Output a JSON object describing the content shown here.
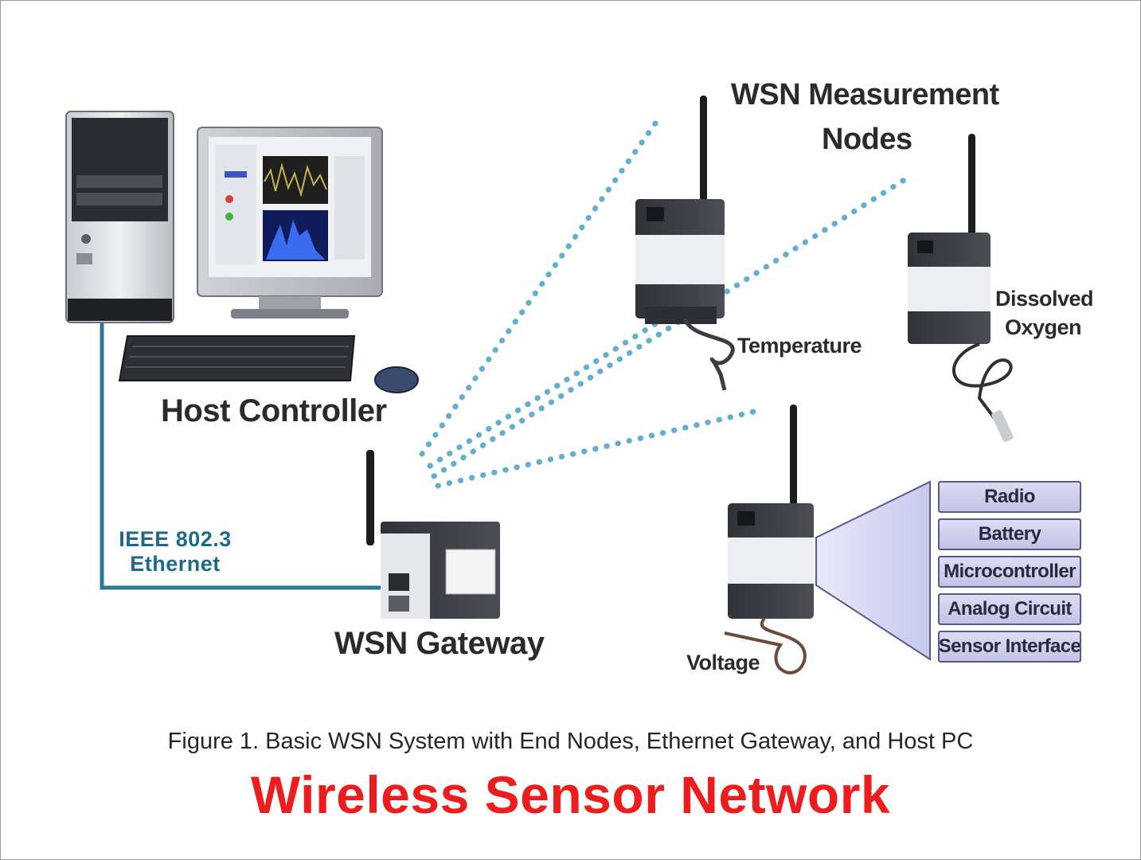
{
  "labels": {
    "measurement_nodes": [
      "WSN Measurement",
      "Nodes"
    ],
    "host_controller": "Host Controller",
    "gateway": "WSN Gateway",
    "ethernet": [
      "IEEE 802.3",
      "Ethernet"
    ],
    "temperature": "Temperature",
    "dissolved_oxygen": [
      "Dissolved",
      "Oxygen"
    ],
    "voltage": "Voltage"
  },
  "node_components": [
    "Radio",
    "Battery",
    "Microcontroller",
    "Analog Circuit",
    "Sensor Interface"
  ],
  "caption": "Figure 1.  Basic WSN System with End Nodes, Ethernet Gateway, and Host PC",
  "title": "Wireless Sensor Network",
  "colors": {
    "title": "#ee1d1d",
    "ethernet_cable": "#2a7a96",
    "radio_link": "#4aa0c8",
    "component_fill": "#cfcff0",
    "device_body": "#3a3d42"
  }
}
